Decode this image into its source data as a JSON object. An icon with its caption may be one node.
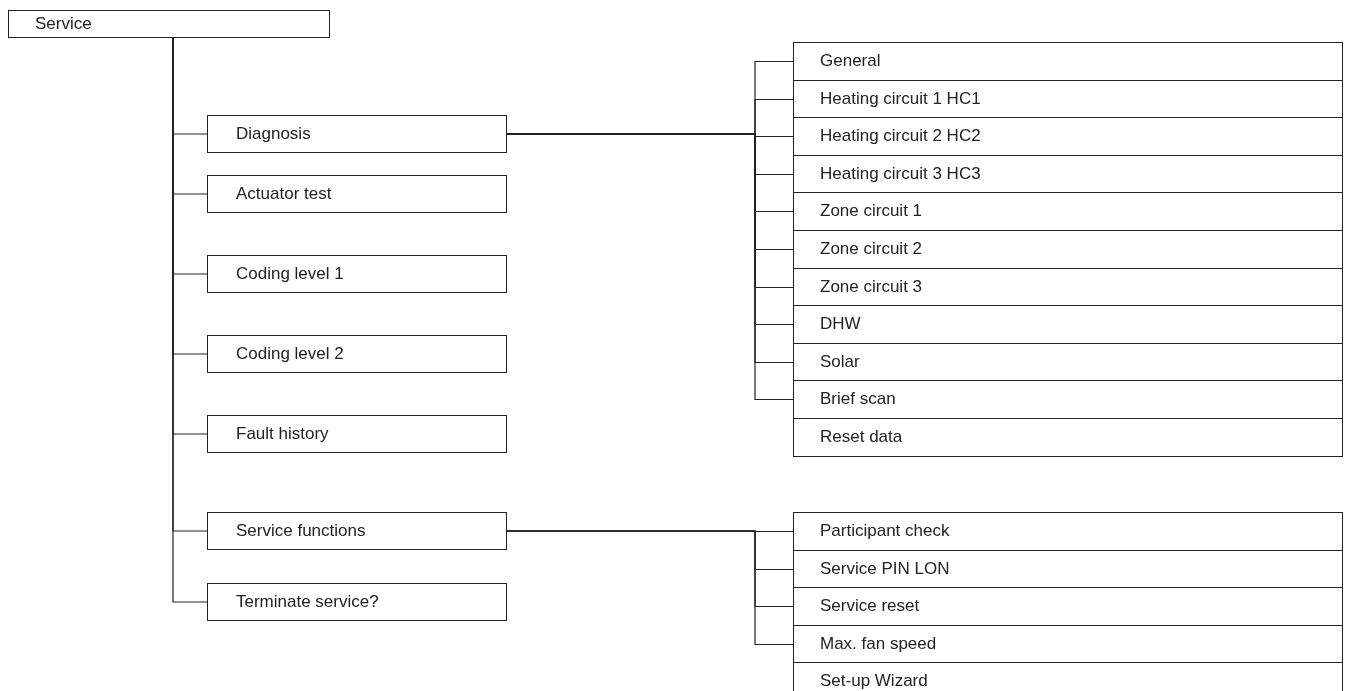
{
  "diagram": {
    "nodes": [
      {
        "text": [
          "Service"
        ]
      },
      {
        "text": [
          "Diagnosis"
        ]
      },
      {
        "text": [
          "General"
        ]
      },
      {
        "text": [
          "Heating circuit 1 HC1"
        ]
      },
      {
        "text": [
          "Heating circuit 2 HC2"
        ]
      },
      {
        "text": [
          "Heating circuit 3 HC3"
        ]
      },
      {
        "text": [
          "Zone circuit 1"
        ]
      },
      {
        "text": [
          "Zone circuit 2"
        ]
      },
      {
        "text": [
          "Zone circuit 3"
        ]
      },
      {
        "text": [
          "DHW"
        ]
      },
      {
        "text": [
          "Solar"
        ]
      },
      {
        "text": [
          "Brief scan"
        ]
      },
      {
        "text": [
          "Reset data"
        ]
      },
      {
        "text": [
          "Actuator test"
        ]
      },
      {
        "text": [
          "Coding level 1"
        ]
      },
      {
        "text": [
          "Coding level 2"
        ]
      },
      {
        "text": [
          "Fault history"
        ]
      },
      {
        "text": [
          "Service functions"
        ]
      },
      {
        "text": [
          "Participant check"
        ]
      },
      {
        "text": [
          "Service PIN LON"
        ]
      },
      {
        "text": [
          "Service reset"
        ]
      },
      {
        "text": [
          "Max. fan speed"
        ]
      },
      {
        "text": [
          "Set-up Wizard"
        ]
      },
      {
        "text": [
          "Terminate service?"
        ]
      }
    ],
    "edges": [
      {
        "from": 0,
        "to": 1,
        "arrow": "none"
      },
      {
        "from": 0,
        "to": 13,
        "arrow": "none"
      },
      {
        "from": 0,
        "to": 14,
        "arrow": "none"
      },
      {
        "from": 0,
        "to": 15,
        "arrow": "none"
      },
      {
        "from": 0,
        "to": 16,
        "arrow": "none"
      },
      {
        "from": 0,
        "to": 17,
        "arrow": "none"
      },
      {
        "from": 0,
        "to": 23,
        "arrow": "none"
      },
      {
        "from": 1,
        "to": 2,
        "arrow": "none"
      },
      {
        "from": 1,
        "to": 3,
        "arrow": "none"
      },
      {
        "from": 1,
        "to": 4,
        "arrow": "none"
      },
      {
        "from": 1,
        "to": 5,
        "arrow": "none"
      },
      {
        "from": 1,
        "to": 6,
        "arrow": "none"
      },
      {
        "from": 1,
        "to": 7,
        "arrow": "none"
      },
      {
        "from": 1,
        "to": 8,
        "arrow": "none"
      },
      {
        "from": 1,
        "to": 9,
        "arrow": "none"
      },
      {
        "from": 1,
        "to": 10,
        "arrow": "none"
      },
      {
        "from": 1,
        "to": 11,
        "arrow": "none"
      },
      {
        "from": 17,
        "to": 18,
        "arrow": "none"
      },
      {
        "from": 17,
        "to": 19,
        "arrow": "none"
      },
      {
        "from": 17,
        "to": 20,
        "arrow": "none"
      },
      {
        "from": 17,
        "to": 21,
        "arrow": "none"
      }
    ]
  }
}
